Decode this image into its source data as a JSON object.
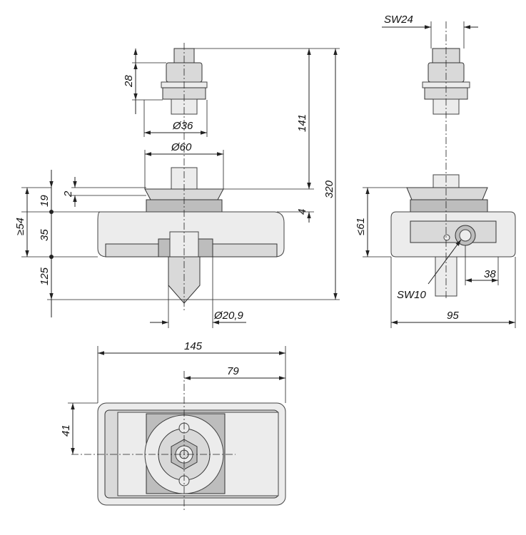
{
  "front_view": {
    "dim_28": "28",
    "dim_d36": "Ø36",
    "dim_d60": "Ø60",
    "dim_141": "141",
    "dim_320": "320",
    "dim_4": "4",
    "dim_2": "2",
    "dim_19": "19",
    "dim_ge54": "≥54",
    "dim_35": "35",
    "dim_125": "125",
    "dim_d20_9": "Ø20,9"
  },
  "side_view": {
    "dim_sw24": "SW24",
    "dim_le61": "≤61",
    "dim_38": "38",
    "dim_sw10": "SW10",
    "dim_95": "95"
  },
  "top_view": {
    "dim_145": "145",
    "dim_79": "79",
    "dim_41": "41"
  }
}
